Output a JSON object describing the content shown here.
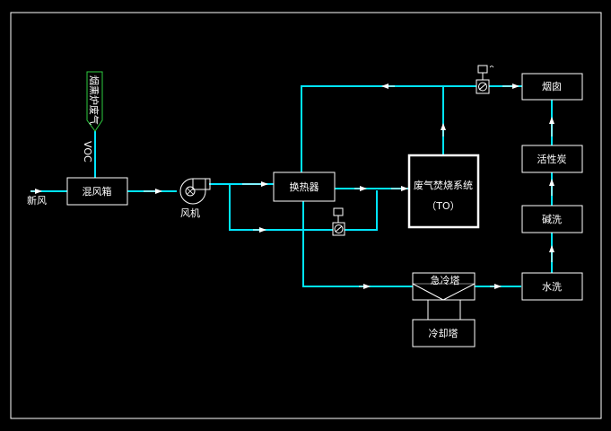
{
  "labels": {
    "fresh_air": "新风",
    "voc": "VOC",
    "source": "烟熏炉废气",
    "mixing_box": "混风箱",
    "fan": "风机",
    "heat_exchanger": "换热器",
    "rto_line1": "废气焚烧系统",
    "rto_line2": "（TO）",
    "chimney": "烟囱",
    "activated_carbon": "活性炭",
    "alkali_wash": "碱洗",
    "water_wash": "水洗",
    "quench_tower": "急冷塔",
    "cooling_tower": "冷却塔"
  },
  "colors": {
    "background": "#000000",
    "pipe": "#00e5ff",
    "box": "#ffffff",
    "source_box": "#2ecc40",
    "text": "#ffffff"
  }
}
